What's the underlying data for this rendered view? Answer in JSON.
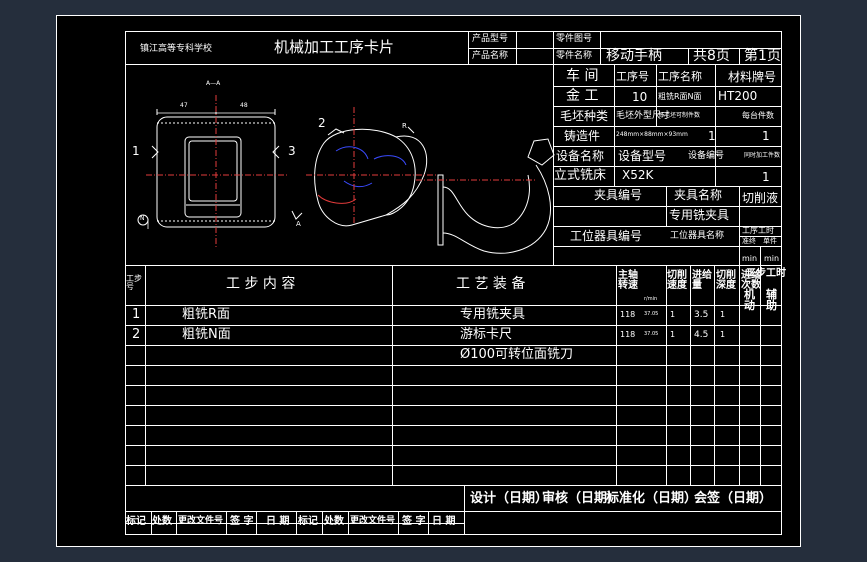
{
  "header": {
    "school": "镇江高等专科学校",
    "card_title": "机械加工工序卡片",
    "product_model_label": "产品型号",
    "product_name_label": "产品名称",
    "part_drawing_no_label": "零件图号",
    "part_name_label": "零件名称",
    "part_name": "移动手柄",
    "total_pages": "共8页",
    "page_no": "第1页"
  },
  "process_info": {
    "workshop_label": "车 间",
    "op_no_label": "工序号",
    "op_name_label": "工序名称",
    "material_label": "材料牌号",
    "workshop": "金 工",
    "op_no": "10",
    "op_name": "粗铣R面N面",
    "material": "HT200",
    "blank_type_label": "毛坯种类",
    "blank_size_label": "毛坯外型尺寸",
    "blank_per_label": "每毛坯可制件数",
    "per_unit_label": "每台件数",
    "blank_type": "铸造件",
    "blank_size": "248mm×88mm×93mm",
    "blank_per": "1",
    "per_unit": "1",
    "equipment_name_label": "设备名称",
    "equipment_model_label": "设备型号",
    "equipment_no_label": "设备编号",
    "simultaneous_label": "同时加工件数",
    "equipment_name": "立式铣床",
    "equipment_model": "X52K",
    "simultaneous": "1",
    "fixture_no_label": "夹具编号",
    "fixture_name_label": "夹具名称",
    "coolant_label": "切削液",
    "fixture_name": "专用铣夹具",
    "station_no_label": "工位器具编号",
    "station_name_label": "工位器具名称",
    "op_time_label": "工序工时",
    "standard_label": "准终",
    "unit_label": "单件",
    "min_a": "min",
    "min_b": "min"
  },
  "drawing": {
    "section_label": "A—A",
    "dim_left": "47",
    "dim_right": "48",
    "label_1": "1",
    "label_2": "2",
    "label_3": "3",
    "label_n": "N",
    "label_r": "R",
    "label_a": "A"
  },
  "steps_header": {
    "step_no": "工步号",
    "content": "工 步 内 容",
    "equipment": "工 艺 装 备",
    "spindle_speed": "主轴转速",
    "speed_unit": "r/min",
    "cutting_speed": "切削速度",
    "feed": "进给量",
    "depth": "切削深度",
    "passes": "进给次数",
    "hours": "工步工时",
    "machine": "机动",
    "aux": "辅助"
  },
  "steps": [
    {
      "no": "1",
      "content": "粗铣R面",
      "equipment": "专用铣夹具",
      "speed": "118",
      "cut": "37.05",
      "feed": "1",
      "depth": "3.5",
      "passes": "1"
    },
    {
      "no": "2",
      "content": "粗铣N面",
      "equipment": "游标卡尺",
      "speed": "118",
      "cut": "37.05",
      "feed": "1",
      "depth": "4.5",
      "passes": "1"
    },
    {
      "no": "",
      "content": "",
      "equipment": "Ø100可转位面铣刀",
      "speed": "",
      "cut": "",
      "feed": "",
      "depth": "",
      "passes": ""
    }
  ],
  "signoff": {
    "design": "设计（日期）",
    "review": "审核（日期）",
    "standard": "标准化（日期）",
    "countersign": "会签（日期）"
  },
  "revision": {
    "mark": "标记",
    "count": "处数",
    "doc_no": "更改文件号",
    "sign": "签 字",
    "date": "日 期"
  }
}
